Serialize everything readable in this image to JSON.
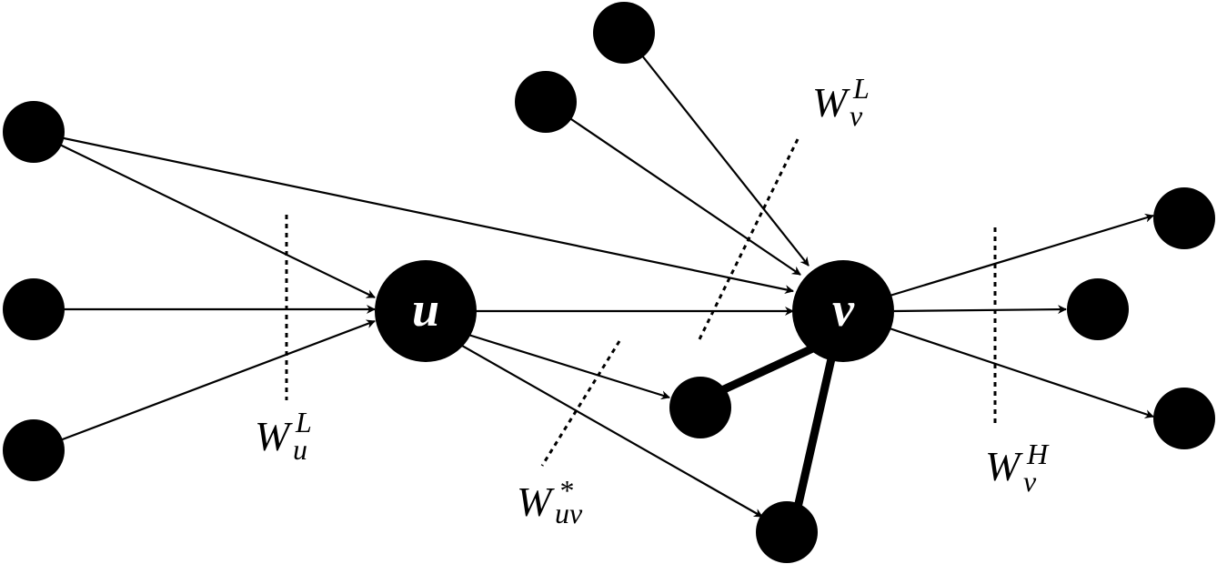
{
  "diagram": {
    "nodes": {
      "u_label": "u",
      "v_label": "v"
    },
    "cut_labels": {
      "w_u_L": {
        "base": "W",
        "sup": "L",
        "sub": "u"
      },
      "w_uv_star": {
        "base": "W",
        "sup": "*",
        "sub": "uv"
      },
      "w_v_L": {
        "base": "W",
        "sup": "L",
        "sub": "v"
      },
      "w_v_H": {
        "base": "W",
        "sup": "H",
        "sub": "v"
      }
    }
  }
}
